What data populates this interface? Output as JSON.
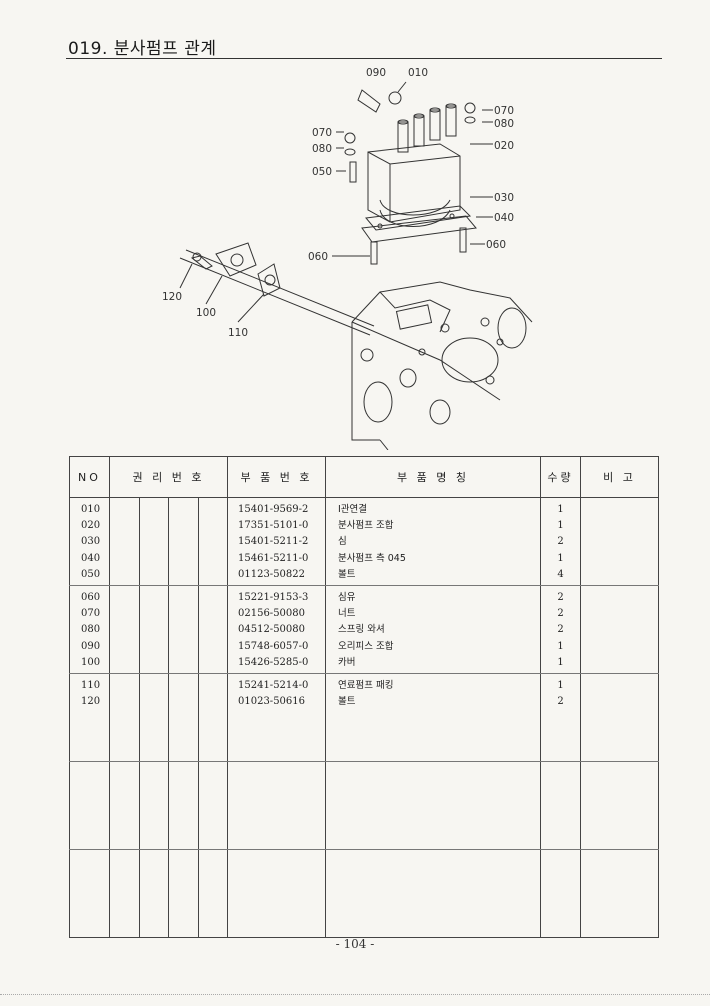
{
  "header": {
    "title": "019. 분사펌프 관계"
  },
  "diagram": {
    "callouts": [
      "090",
      "010",
      "070",
      "080",
      "020",
      "070",
      "080",
      "050",
      "030",
      "040",
      "060",
      "060",
      "120",
      "100",
      "110"
    ]
  },
  "table": {
    "headers": [
      "NO",
      "권 리 번 호",
      "부 품 번 호",
      "부 품 명 칭",
      "수량",
      "비 고"
    ],
    "groups": [
      {
        "rows": [
          {
            "no": "010",
            "part_no": "15401-9569-2",
            "name": "I관연결",
            "qty": "1"
          },
          {
            "no": "020",
            "part_no": "17351-5101-0",
            "name": "분사펌프 조합",
            "qty": "1"
          },
          {
            "no": "030",
            "part_no": "15401-5211-2",
            "name": "심",
            "qty": "2"
          },
          {
            "no": "040",
            "part_no": "15461-5211-0",
            "name": "분사펌프 측 045",
            "qty": "1"
          },
          {
            "no": "050",
            "part_no": "01123-50822",
            "name": "볼트",
            "qty": "4"
          }
        ]
      },
      {
        "rows": [
          {
            "no": "060",
            "part_no": "15221-9153-3",
            "name": "심유",
            "qty": "2"
          },
          {
            "no": "070",
            "part_no": "02156-50080",
            "name": "너트",
            "qty": "2"
          },
          {
            "no": "080",
            "part_no": "04512-50080",
            "name": "스프링 와셔",
            "qty": "2"
          },
          {
            "no": "090",
            "part_no": "15748-6057-0",
            "name": "오리피스 조합",
            "qty": "1"
          },
          {
            "no": "100",
            "part_no": "15426-5285-0",
            "name": "카버",
            "qty": "1"
          }
        ]
      },
      {
        "rows": [
          {
            "no": "110",
            "part_no": "15241-5214-0",
            "name": "연료펌프 패킹",
            "qty": "1"
          },
          {
            "no": "120",
            "part_no": "01023-50616",
            "name": "볼트",
            "qty": "2"
          }
        ]
      },
      {
        "rows": []
      },
      {
        "rows": []
      }
    ]
  },
  "footer": {
    "page_number": "- 104 -"
  }
}
